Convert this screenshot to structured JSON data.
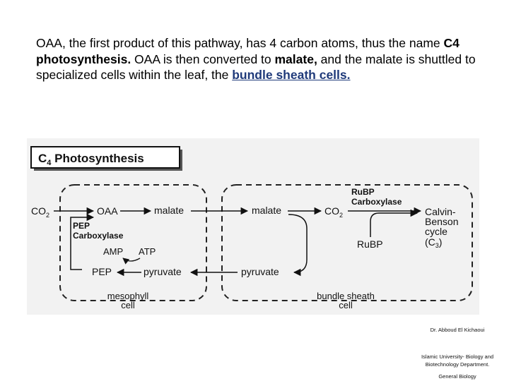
{
  "paragraph": {
    "p1": "OAA, the first product of this pathway, has 4 carbon atoms, thus the name ",
    "b1": "C4 photosynthesis.",
    "p2": " OAA is then converted to ",
    "b2": "malate,",
    "p3": " and the malate is shuttled to specialized cells within the leaf, the ",
    "link": "bundle sheath cells."
  },
  "diagram": {
    "title_c": "C",
    "title_sub": "4",
    "title_rest": " Photosynthesis",
    "co2_left": "CO",
    "co2_left_sub": "2",
    "oaa": "OAA",
    "malate_left": "malate",
    "malate_right": "malate",
    "co2_right": "CO",
    "co2_right_sub": "2",
    "rubp_carb_1": "RuBP",
    "rubp_carb_2": "Carboxylase",
    "calvin_1": "Calvin-",
    "calvin_2": "Benson",
    "calvin_3": "cycle",
    "calvin_4": "(C",
    "calvin_4_sub": "3",
    "calvin_4_end": ")",
    "pep_carb_1": "PEP",
    "pep_carb_2": "Carboxylase",
    "amp": "AMP",
    "atp": "ATP",
    "rubp": "RuBP",
    "pep": "PEP",
    "pyruvate_left": "pyruvate",
    "pyruvate_right": "pyruvate",
    "mesophyll_1": "mesophyll",
    "mesophyll_2": "cell",
    "bundle_1": "bundle sheath",
    "bundle_2": "cell"
  },
  "credit": {
    "author": "Dr. Abboud El Kichaoui",
    "affiliation": "Islamic University- Biology and Biotechnology Department.",
    "course": "General Biology"
  }
}
